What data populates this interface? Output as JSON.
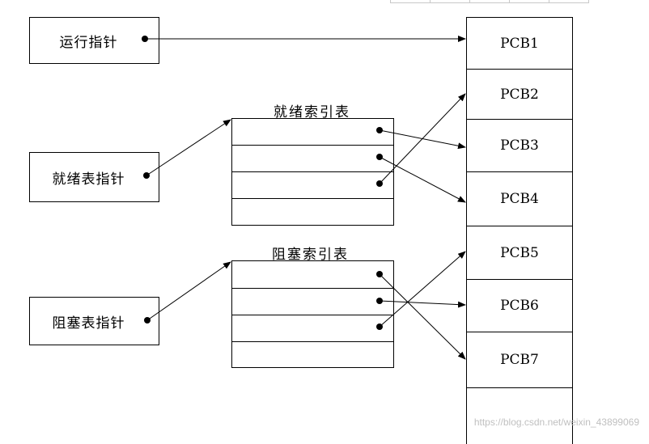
{
  "pointers": {
    "run": "运行指针",
    "ready": "就绪表指针",
    "blocked": "阻塞表指针"
  },
  "tables": {
    "ready_caption": "就绪索引表",
    "blocked_caption": "阻塞索引表"
  },
  "pcbs": [
    "PCB1",
    "PCB2",
    "PCB3",
    "PCB4",
    "PCB5",
    "PCB6",
    "PCB7"
  ],
  "watermark": "https://blog.csdn.net/weixin_43899069"
}
